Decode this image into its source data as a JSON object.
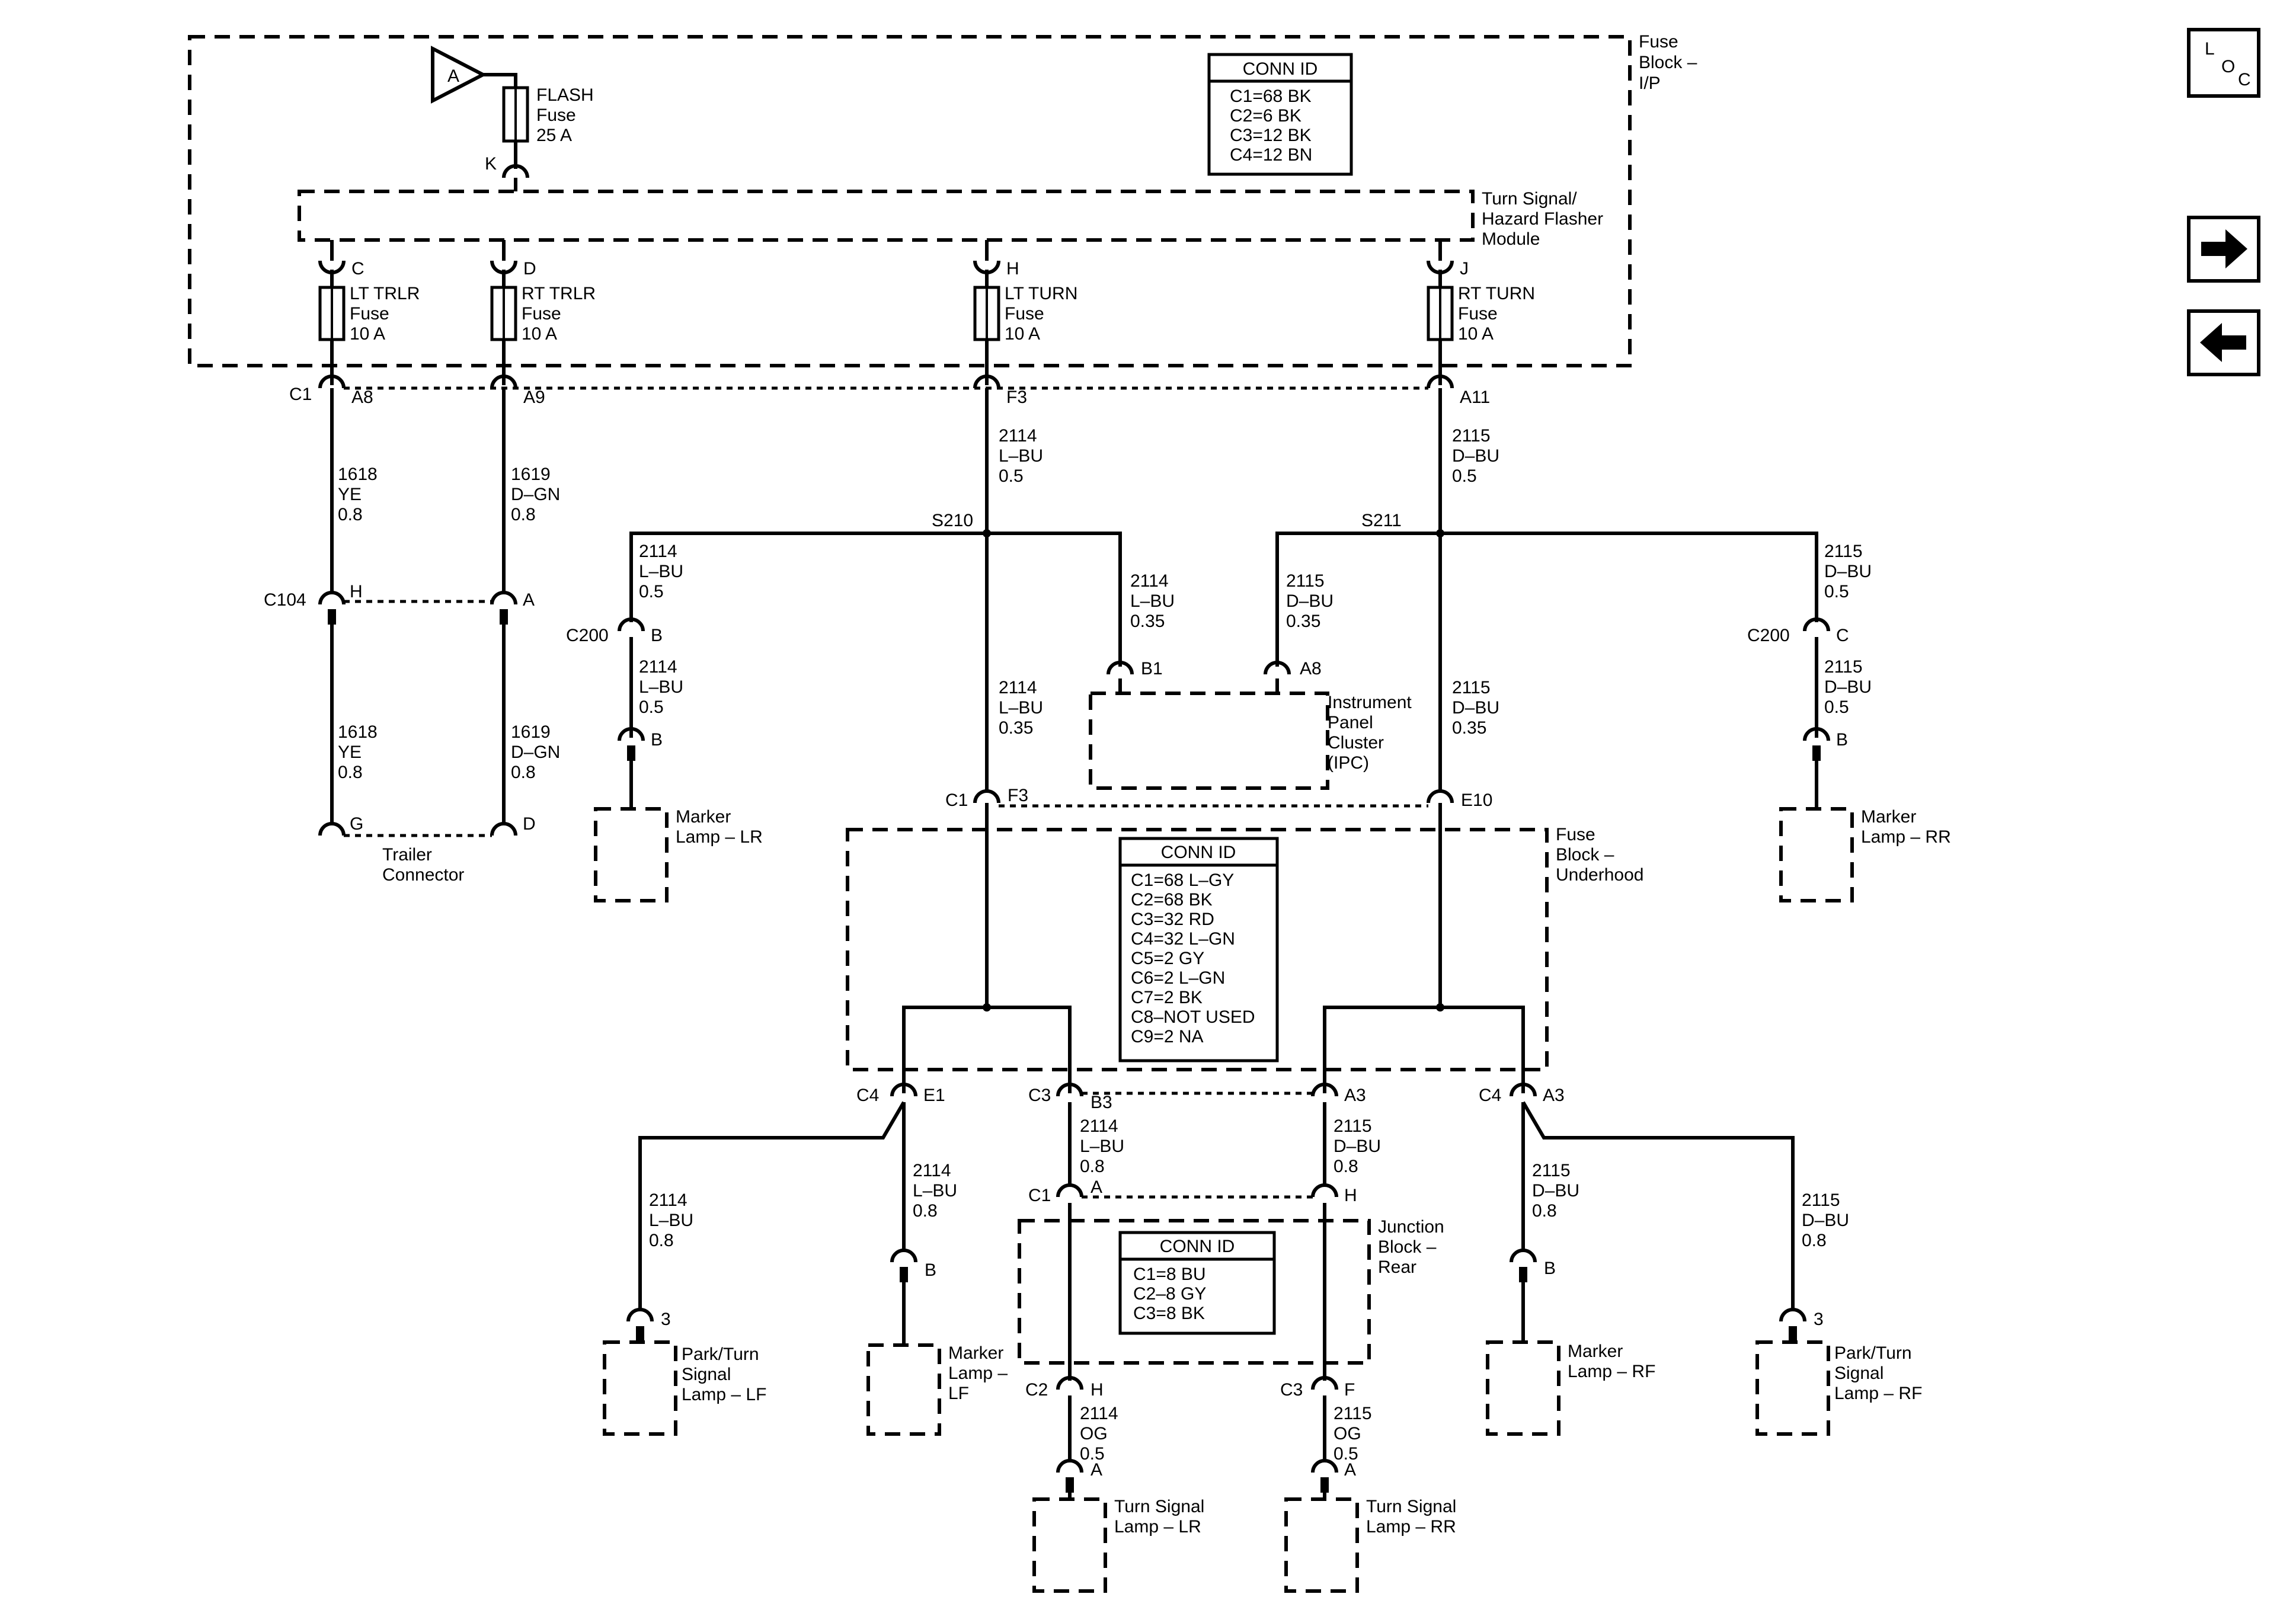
{
  "nav": {
    "loc": {
      "l": "L",
      "o": "O",
      "c": "C"
    },
    "next_icon": "right-arrow-icon",
    "prev_icon": "left-arrow-icon"
  },
  "source": {
    "label": "A"
  },
  "fuse_block_ip": {
    "title": [
      "Fuse",
      "Block –",
      "I/P"
    ],
    "conn_id": {
      "title": "CONN ID",
      "rows": [
        "C1=68 BK",
        "C2=6 BK",
        "C3=12 BK",
        "C4=12 BN"
      ]
    },
    "flash_fuse": [
      "FLASH",
      "Fuse",
      "25 A"
    ],
    "pin_k": "K",
    "module": [
      "Turn Signal/",
      "Hazard Flasher",
      "Module"
    ],
    "fuses": [
      {
        "pin": "C",
        "lines": [
          "LT TRLR",
          "Fuse",
          "10 A"
        ],
        "conn": "A8"
      },
      {
        "pin": "D",
        "lines": [
          "RT TRLR",
          "Fuse",
          "10 A"
        ],
        "conn": "A9"
      },
      {
        "pin": "H",
        "lines": [
          "LT TURN",
          "Fuse",
          "10 A"
        ],
        "conn": "F3"
      },
      {
        "pin": "J",
        "lines": [
          "RT TURN",
          "Fuse",
          "10 A"
        ],
        "conn": "A11"
      }
    ],
    "c1": "C1"
  },
  "wires": {
    "w1618": [
      "1618",
      "YE",
      "0.8"
    ],
    "w1619": [
      "1619",
      "D–GN",
      "0.8"
    ],
    "w2114_05": [
      "2114",
      "L–BU",
      "0.5"
    ],
    "w2115_05": [
      "2115",
      "D–BU",
      "0.5"
    ],
    "w2114_035": [
      "2114",
      "L–BU",
      "0.35"
    ],
    "w2115_035": [
      "2115",
      "D–BU",
      "0.35"
    ],
    "w2114_08": [
      "2114",
      "L–BU",
      "0.8"
    ],
    "w2115_08": [
      "2115",
      "D–BU",
      "0.8"
    ],
    "w2114_og": [
      "2114",
      "OG",
      "0.5"
    ],
    "w2115_og": [
      "2115",
      "OG",
      "0.5"
    ]
  },
  "splices": {
    "s210": "S210",
    "s211": "S211"
  },
  "connectors": {
    "c104": "C104",
    "c200": "C200",
    "c1": "C1",
    "c2": "C2",
    "c3": "C3",
    "c4": "C4",
    "pins": {
      "h": "H",
      "a": "A",
      "b": "B",
      "g": "G",
      "d": "D",
      "b1": "B1",
      "a8": "A8",
      "c": "C",
      "f3": "F3",
      "e10": "E10",
      "e1": "E1",
      "b3": "B3",
      "a3": "A3",
      "three": "3",
      "f": "F"
    }
  },
  "components": {
    "trailer": [
      "Trailer",
      "Connector"
    ],
    "marker_lr": [
      "Marker",
      "Lamp – LR"
    ],
    "marker_rr": [
      "Marker",
      "Lamp – RR"
    ],
    "ipc": [
      "Instrument",
      "Panel",
      "Cluster",
      "(IPC)"
    ],
    "park_lf": [
      "Park/Turn",
      "Signal",
      "Lamp – LF"
    ],
    "marker_lf": [
      "Marker",
      "Lamp –",
      "LF"
    ],
    "marker_rf": [
      "Marker",
      "Lamp – RF"
    ],
    "park_rf": [
      "Park/Turn",
      "Signal",
      "Lamp – RF"
    ],
    "turn_lr": [
      "Turn Signal",
      "Lamp – LR"
    ],
    "turn_rr": [
      "Turn Signal",
      "Lamp – RR"
    ]
  },
  "fuse_block_underhood": {
    "title": [
      "Fuse",
      "Block –",
      "Underhood"
    ],
    "conn_id": {
      "title": "CONN ID",
      "rows": [
        "C1=68 L–GY",
        "C2=68 BK",
        "C3=32 RD",
        "C4=32 L–GN",
        "C5=2 GY",
        "C6=2 L–GN",
        "C7=2 BK",
        "C8–NOT USED",
        "C9=2 NA"
      ]
    }
  },
  "junction_block_rear": {
    "title": [
      "Junction",
      "Block –",
      "Rear"
    ],
    "conn_id": {
      "title": "CONN ID",
      "rows": [
        "C1=8 BU",
        "C2–8 GY",
        "C3=8 BK"
      ]
    }
  }
}
